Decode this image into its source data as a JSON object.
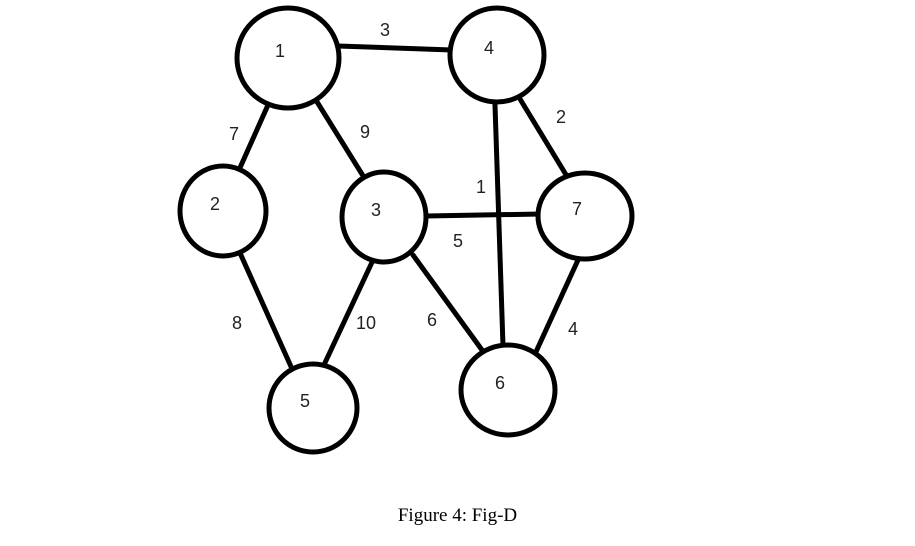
{
  "caption": "Figure 4: Fig-D",
  "colors": {
    "stroke": "#000000",
    "background": "#ffffff",
    "text": "#222222"
  },
  "nodes": [
    {
      "id": "1",
      "label": "1"
    },
    {
      "id": "2",
      "label": "2"
    },
    {
      "id": "3",
      "label": "3"
    },
    {
      "id": "4",
      "label": "4"
    },
    {
      "id": "5",
      "label": "5"
    },
    {
      "id": "6",
      "label": "6"
    },
    {
      "id": "7",
      "label": "7"
    }
  ],
  "edges": [
    {
      "from": "1",
      "to": "4",
      "weight": "3"
    },
    {
      "from": "1",
      "to": "2",
      "weight": "7"
    },
    {
      "from": "1",
      "to": "3",
      "weight": "9"
    },
    {
      "from": "4",
      "to": "7",
      "weight": "2"
    },
    {
      "from": "4",
      "to": "6",
      "weight": "1"
    },
    {
      "from": "3",
      "to": "7",
      "weight": "5"
    },
    {
      "from": "2",
      "to": "5",
      "weight": "8"
    },
    {
      "from": "3",
      "to": "5",
      "weight": "10"
    },
    {
      "from": "3",
      "to": "6",
      "weight": "6"
    },
    {
      "from": "7",
      "to": "6",
      "weight": "4"
    }
  ]
}
